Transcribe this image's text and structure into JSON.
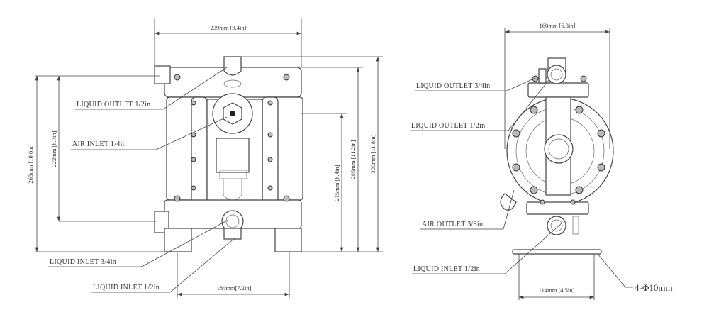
{
  "front_view": {
    "dimensions": {
      "width_total": "239mm [9.4in]",
      "height_268": "268mm [10.6in]",
      "height_222": "222mm [8.7in]",
      "height_215": "215mm [8.4in]",
      "height_285": "285mm [11.2in]",
      "height_300": "300mm [11.8in]",
      "base_width": "184mm[7.2in]"
    },
    "callouts": {
      "liquid_outlet": "LIQUID OUTLET 1/2in",
      "air_inlet": "AIR INLET 1/4in",
      "liquid_inlet_34": "LIQUID INLET 3/4in",
      "liquid_inlet_12": "LIQUID INLET 1/2in"
    }
  },
  "side_view": {
    "dimensions": {
      "width_total": "160mm [6.3in]",
      "base_width": "114mm [4.5in]",
      "mount_holes": "4-Φ10mm"
    },
    "callouts": {
      "liquid_outlet_34": "LIQUID OUTLET 3/4in",
      "liquid_outlet_12": "LIQUID OUTLET 1/2in",
      "air_outlet": "AIR OUTLET 3/8in",
      "liquid_inlet_12": "LIQUID INLET 1/2in"
    }
  }
}
